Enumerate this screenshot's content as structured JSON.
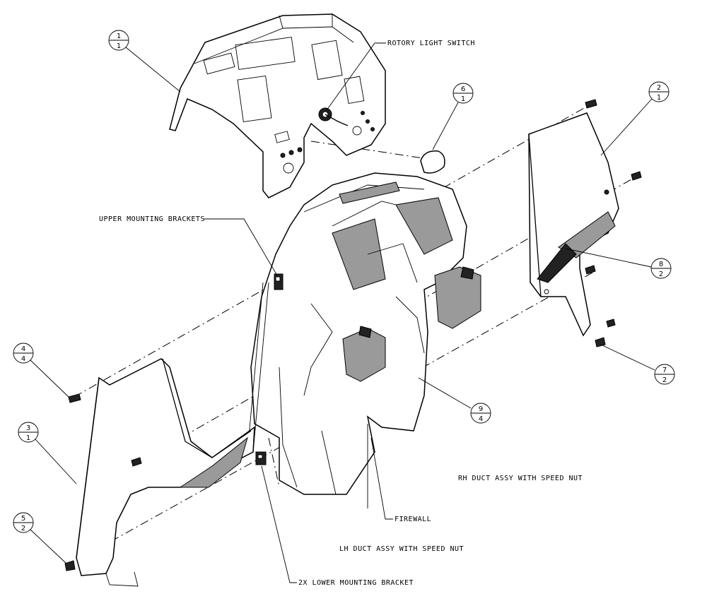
{
  "callouts": [
    {
      "id": "1",
      "top": "1",
      "bottom": "1"
    },
    {
      "id": "2",
      "top": "2",
      "bottom": "1"
    },
    {
      "id": "3",
      "top": "3",
      "bottom": "1"
    },
    {
      "id": "4",
      "top": "4",
      "bottom": "4"
    },
    {
      "id": "5",
      "top": "5",
      "bottom": "2"
    },
    {
      "id": "6",
      "top": "6",
      "bottom": "1"
    },
    {
      "id": "7",
      "top": "7",
      "bottom": "2"
    },
    {
      "id": "8",
      "top": "8",
      "bottom": "2"
    },
    {
      "id": "9",
      "top": "9",
      "bottom": "4"
    }
  ],
  "labels": {
    "rotary_switch": "ROTORY LIGHT SWITCH",
    "upper_brackets": "UPPER MOUNTING BRACKETS",
    "rh_duct": "RH DUCT ASSY WITH SPEED NUT",
    "firewall": "FIREWALL",
    "lh_duct": "LH DUCT ASSY WITH SPEED NUT",
    "lower_bracket": "2X LOWER MOUNTING BRACKET"
  }
}
